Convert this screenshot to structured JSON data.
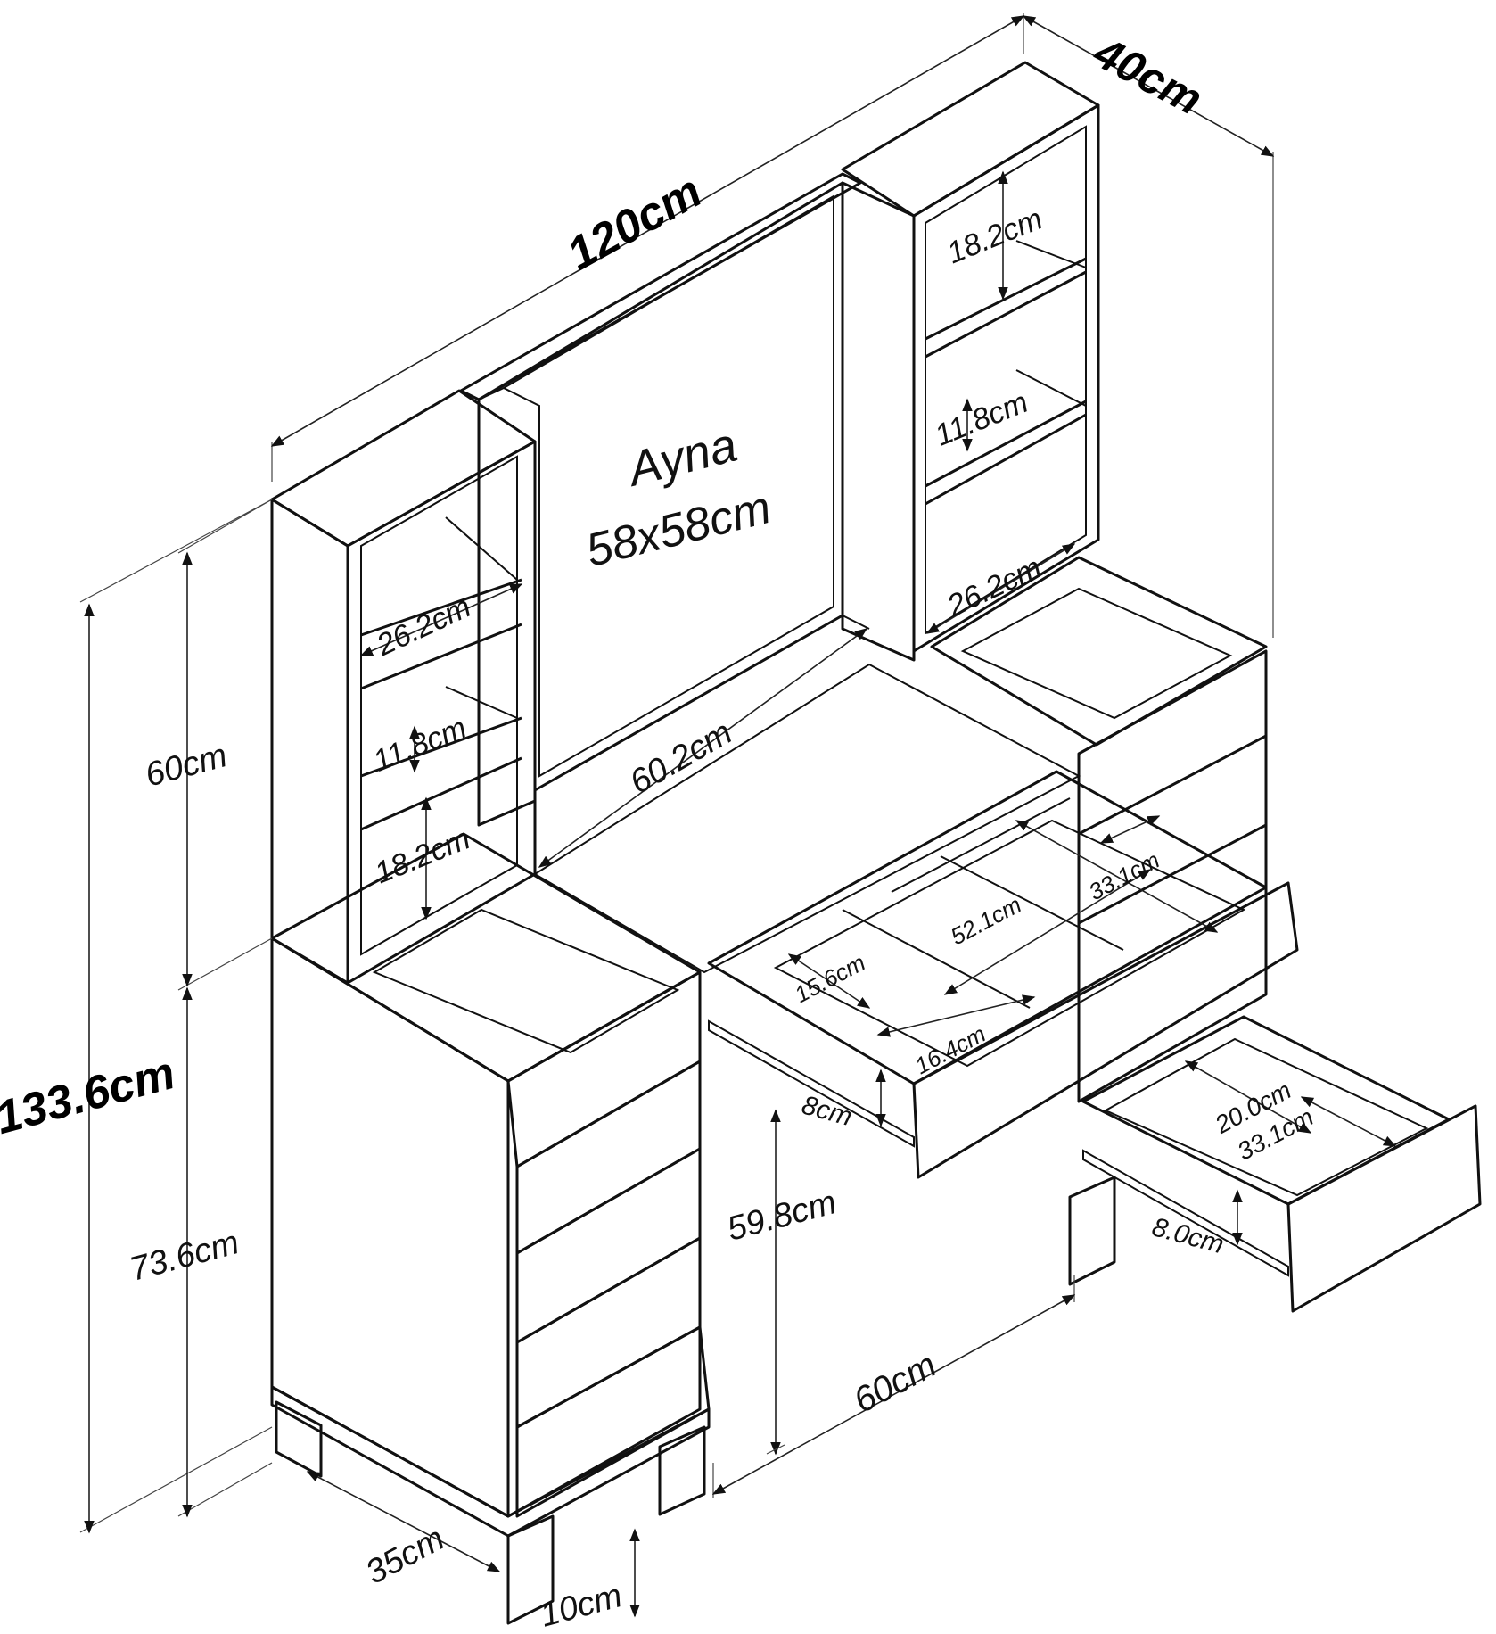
{
  "diagram": {
    "mirror": {
      "name": "Ayna",
      "size": "58x58cm"
    },
    "dimensions": {
      "total_width": "120cm",
      "depth": "40cm",
      "total_height": "133.6cm",
      "upper_height": "60cm",
      "lower_height": "73.6cm",
      "under_desk_height": "59.8cm",
      "desk_width": "60cm",
      "cabinet_depth": "35cm",
      "leg_height": "10cm",
      "mirror_bottom_width": "60.2cm",
      "left_shelf_width": "26.2cm",
      "left_shelf_mid": "11.8cm",
      "left_shelf_low": "18.2cm",
      "right_shelf_top": "18.2cm",
      "right_shelf_mid": "11.8cm",
      "right_shelf_width": "26.2cm",
      "drawer_compartment_a": "15.6cm",
      "drawer_compartment_b": "52.1cm",
      "drawer_compartment_c": "33.1cm",
      "drawer_compartment_d": "16.4cm",
      "drawer_height": "8cm",
      "small_drawer_width": "20.0cm",
      "small_drawer_depth": "33.1cm",
      "small_drawer_height": "8.0cm"
    }
  }
}
